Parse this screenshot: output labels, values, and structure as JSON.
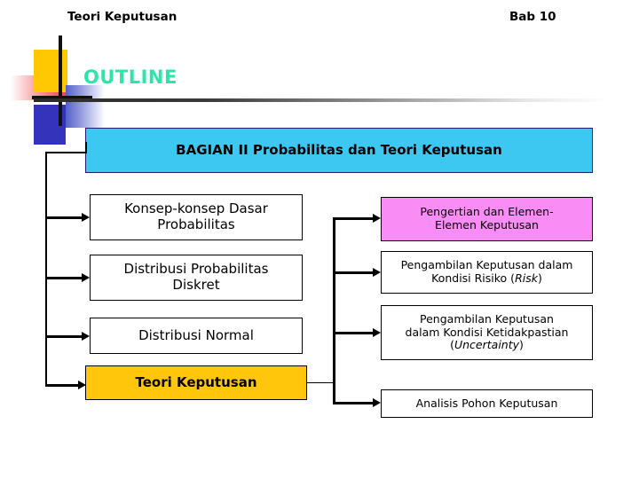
{
  "header": {
    "left_title": "Teori Keputusan",
    "right_title": "Bab 10"
  },
  "slide": {
    "title": "OUTLINE"
  },
  "colors": {
    "banner_fill": "#3CC8F0",
    "banner_border": "#1F1F6B",
    "highlight_gold": "#FFC60B",
    "highlight_pink": "#FA8CF5",
    "title_green": "#2CE6A8",
    "logo_yellow": "#FFC800",
    "logo_blue": "#3333BB",
    "logo_red": "#F5424A",
    "box_border": "#000000",
    "text": "#000000"
  },
  "banner": {
    "label": "BAGIAN  II  Probabilitas dan Teori Keputusan"
  },
  "left_column": [
    {
      "id": "konsep",
      "line1": "Konsep-konsep Dasar",
      "line2": "Probabilitas"
    },
    {
      "id": "diskret",
      "line1": "Distribusi Probabilitas",
      "line2": "Diskret"
    },
    {
      "id": "normal",
      "line1": "Distribusi Normal",
      "line2": ""
    },
    {
      "id": "teori",
      "line1": "Teori Keputusan",
      "line2": ""
    }
  ],
  "right_column": [
    {
      "id": "pengertian",
      "line1": "Pengertian dan Elemen-",
      "line2": "Elemen Keputusan",
      "line3": "",
      "italic": ""
    },
    {
      "id": "risiko",
      "line1": "Pengambilan Keputusan dalam",
      "line2": "Kondisi Risiko (",
      "italic": "Risk",
      "line3": ")"
    },
    {
      "id": "uncertainty",
      "line1": "Pengambilan Keputusan",
      "line2": "dalam Kondisi Ketidakpastian",
      "italic": "Uncertainty",
      "line3": ""
    },
    {
      "id": "pohon",
      "line1": "Analisis Pohon Keputusan",
      "line2": "",
      "line3": "",
      "italic": ""
    }
  ]
}
